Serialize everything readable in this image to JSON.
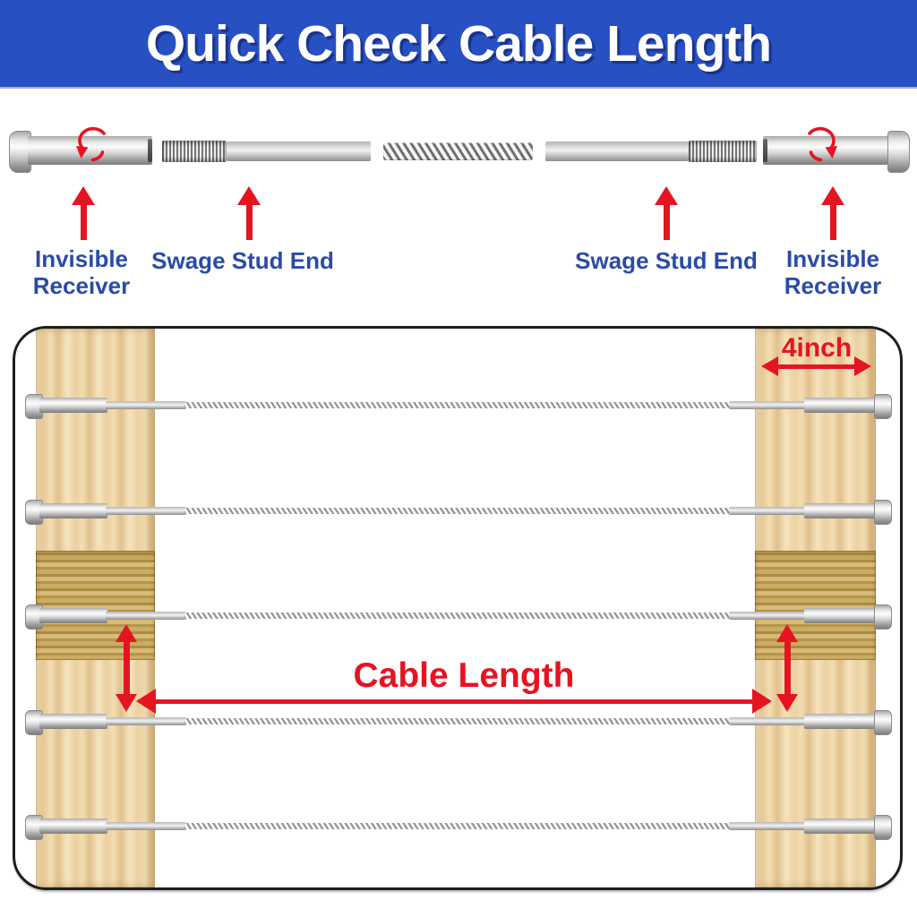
{
  "header": {
    "title": "Quick Check Cable Length"
  },
  "parts_diagram": {
    "parts": [
      {
        "id": "invisible-receiver-left",
        "label": "Invisible Receiver"
      },
      {
        "id": "swage-stud-left",
        "label": "Swage Stud End"
      },
      {
        "id": "swage-stud-right",
        "label": "Swage Stud End"
      },
      {
        "id": "invisible-receiver-right",
        "label": "Invisible Receiver"
      }
    ]
  },
  "panel": {
    "post_width_label": "4inch",
    "cable_length_label": "Cable Length",
    "cable_count": 5
  },
  "colors": {
    "banner_blue": "#2750c2",
    "label_blue": "#2a4ba6",
    "accent_red": "#e51421",
    "wood_light": "#f0d6a8",
    "wood_rough": "#c3a05c"
  }
}
